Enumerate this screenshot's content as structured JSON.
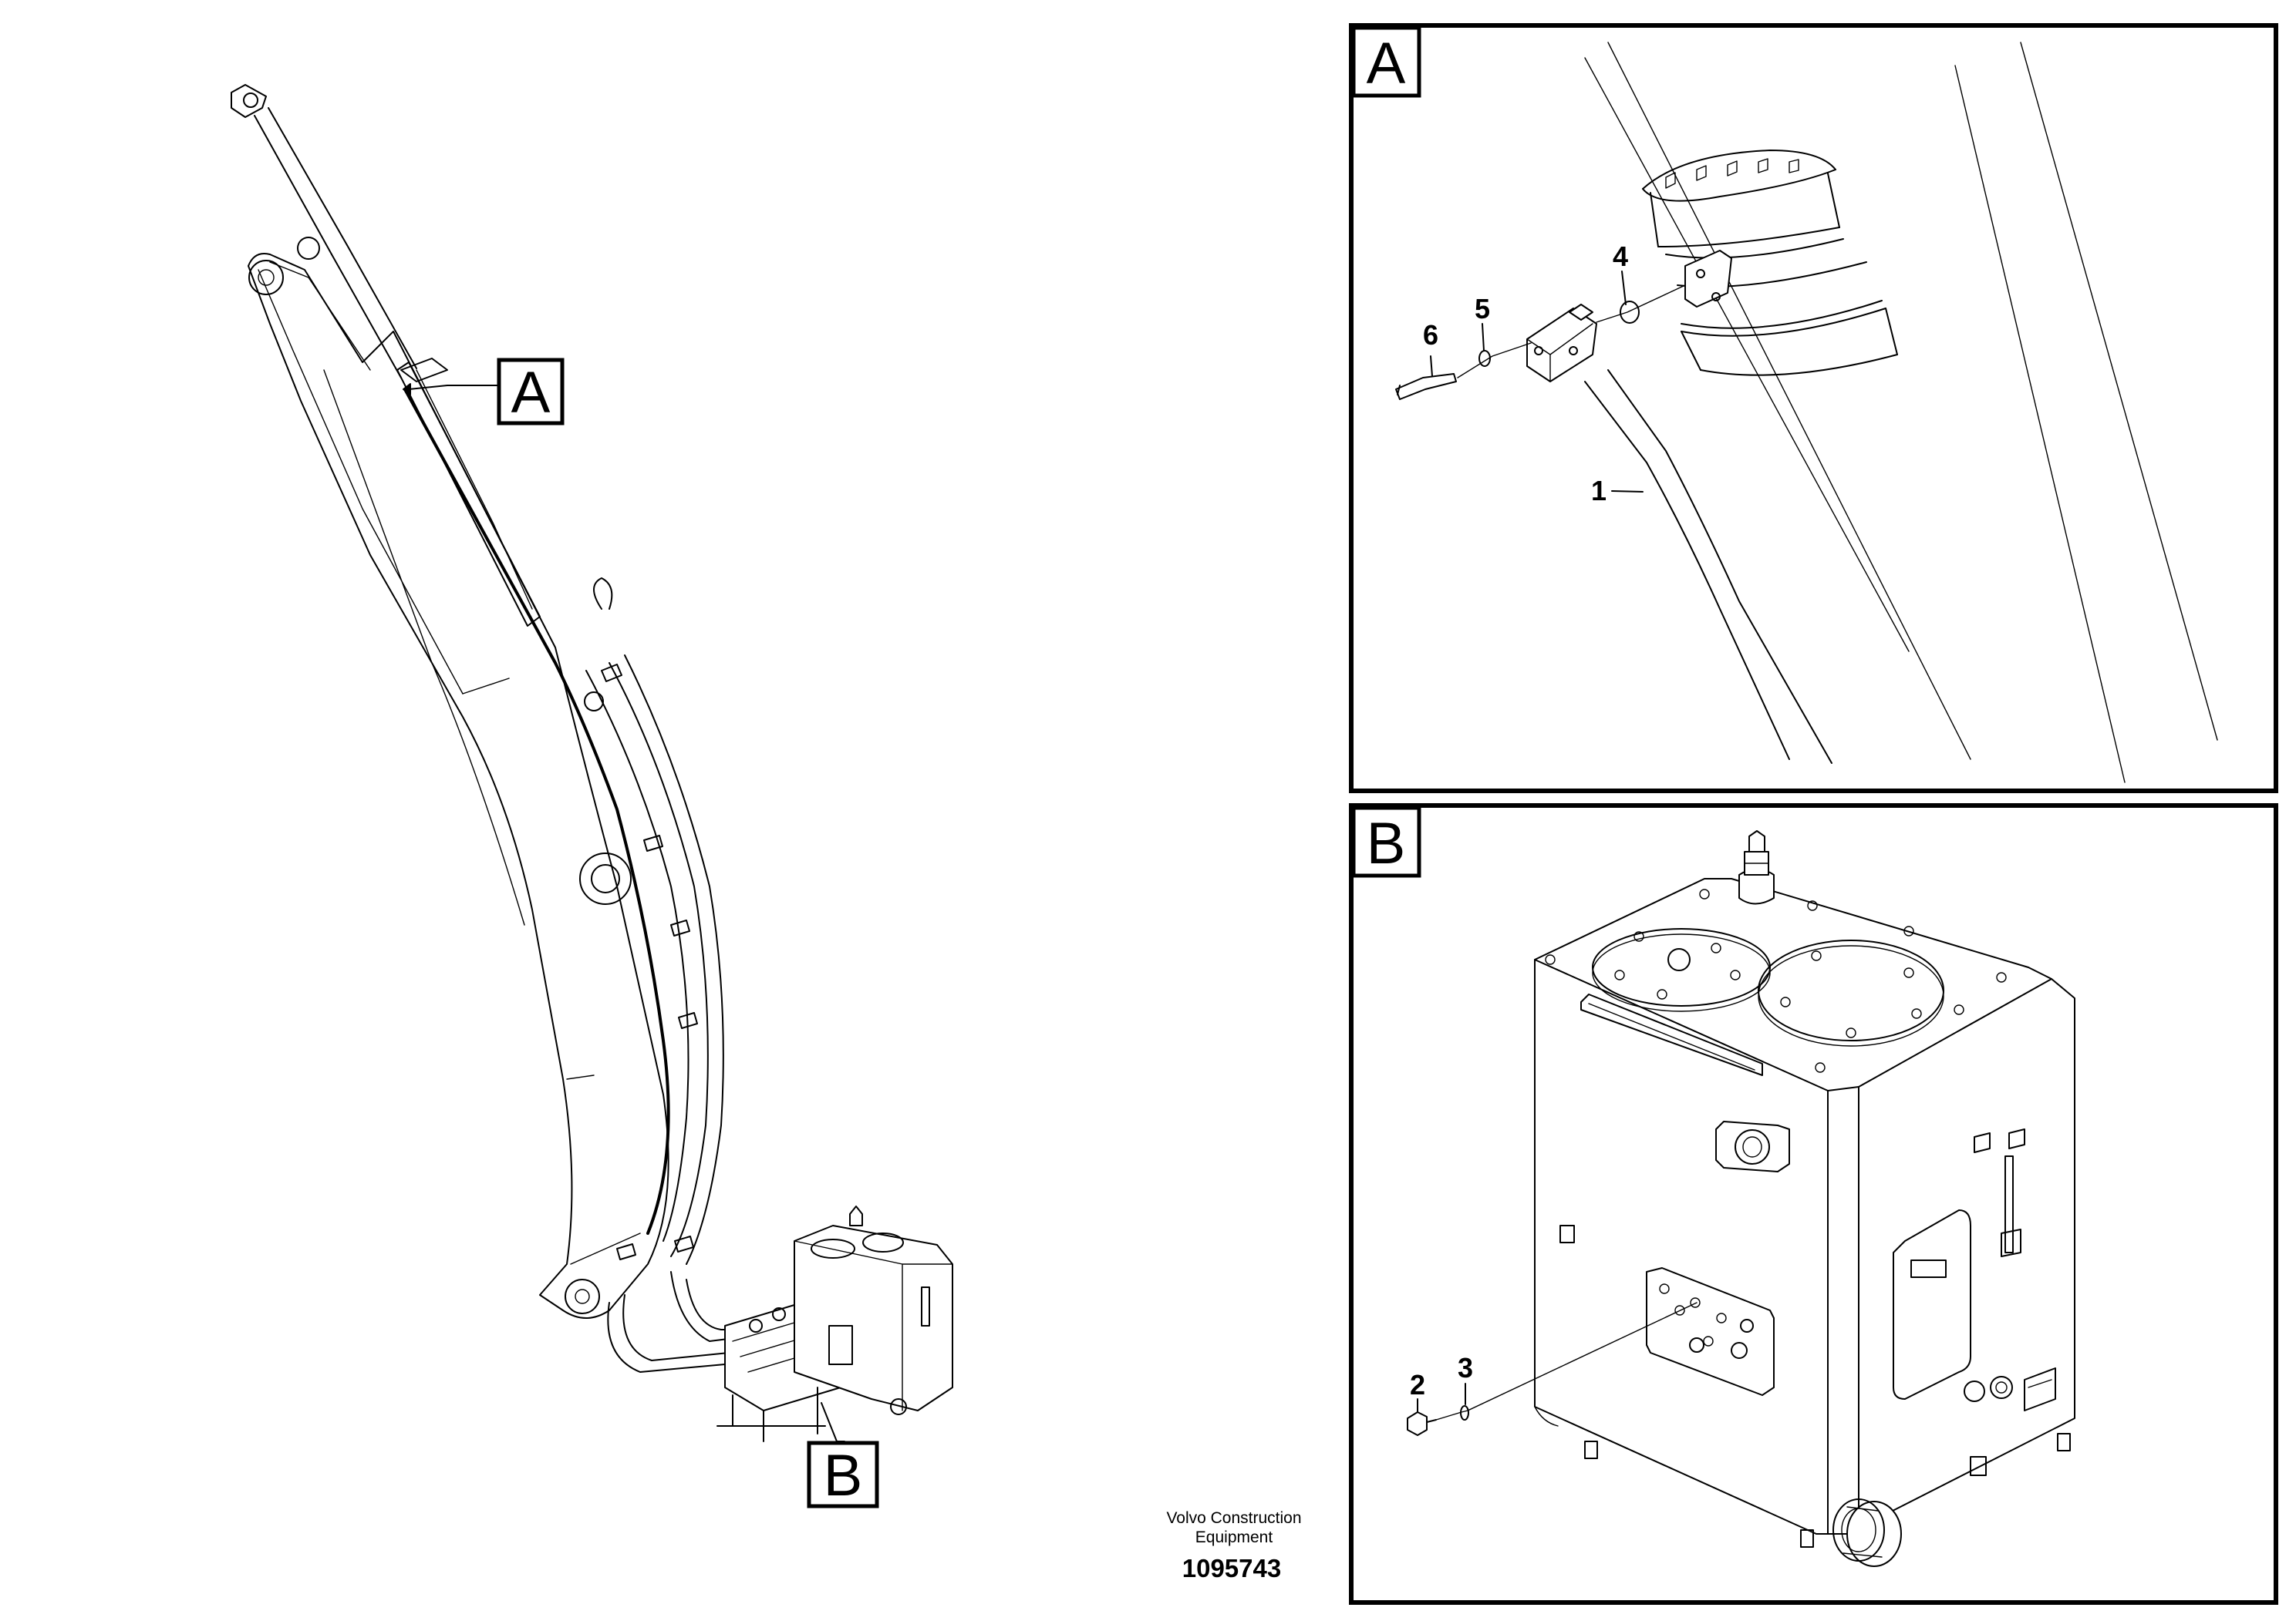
{
  "overview_callouts": {
    "a": "A",
    "b": "B"
  },
  "detail_a": {
    "label": "A",
    "parts": [
      "1",
      "4",
      "5",
      "6"
    ]
  },
  "detail_b": {
    "label": "B",
    "parts": [
      "2",
      "3"
    ]
  },
  "footer": {
    "company_line1": "Volvo Construction",
    "company_line2": "Equipment",
    "drawing_number": "1095743"
  }
}
